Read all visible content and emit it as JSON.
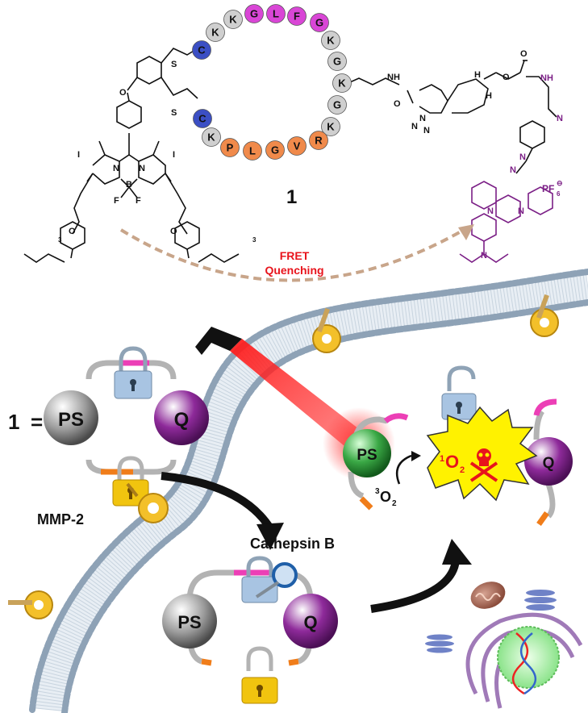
{
  "compound_label": "1",
  "fret_label": {
    "line1": "FRET",
    "line2": "Quenching"
  },
  "peptide_top": [
    "C",
    "K",
    "K",
    "G",
    "L",
    "F",
    "G",
    "K",
    "G",
    "K",
    "G",
    "K"
  ],
  "peptide_bottom": [
    "C",
    "K",
    "P",
    "L",
    "G",
    "V",
    "R"
  ],
  "chem_labels": {
    "nh_top": "NH",
    "n_methyl": "N",
    "o_carb": "O",
    "s1": "S",
    "s2": "S",
    "o_ether": "O",
    "n_a": "N",
    "n_b": "N",
    "i_left": "I",
    "i_right": "I",
    "boron": "B",
    "f_left": "F",
    "f_right": "F",
    "n_azo1": "N",
    "n_azo2": "N",
    "n_phen1": "N",
    "n_phen2": "N",
    "n_amine": "N",
    "pf6": "PF",
    "pf6_sub": "6",
    "pf6_sup": "⊖",
    "o_peg_l": "O",
    "o_peg_l_sub": "3",
    "o_peg_r": "O",
    "o_peg_r_sub": "3",
    "nh_amide": "NH",
    "o_amide": "O",
    "n_tri1": "N",
    "n_tri2": "N",
    "n_tri3": "N",
    "h1": "H",
    "h2": "H",
    "o_double": "O"
  },
  "equation": {
    "lhs": "1",
    "eq": "="
  },
  "spheres": {
    "ps": "PS",
    "q": "Q"
  },
  "enzymes": {
    "mmp2": "MMP-2",
    "cathepsin": "Cathepsin B"
  },
  "singlet": {
    "sup": "1",
    "main": "O",
    "sub": "2"
  },
  "triplet": {
    "sup": "3",
    "main": "O",
    "sub": "2"
  },
  "colors": {
    "magenta": "#d946d6",
    "blue": "#3b4fc4",
    "orange": "#f08a4b",
    "grey_bead": "#cfcfcf",
    "purple_dye": "#7b1f86",
    "fret_arrow": "#c8a58a",
    "red_text": "#e8141c",
    "ps_grey": "#8a8a8a",
    "ps_green": "#2e9b3a",
    "q_purple": "#7b1f86",
    "linker_pink": "#ec3fb6",
    "linker_orange": "#f07d1a",
    "membrane": "#9fb4c6",
    "laser": "#e8141c",
    "burst": "#fff200",
    "lock_blue": "#8fb3d8",
    "lock_gold": "#f1c40f"
  },
  "icons": [
    "lock-icon",
    "key-icon",
    "skull-icon",
    "mitochondrion-icon",
    "golgi-icon",
    "nucleus-icon",
    "dna-icon"
  ]
}
